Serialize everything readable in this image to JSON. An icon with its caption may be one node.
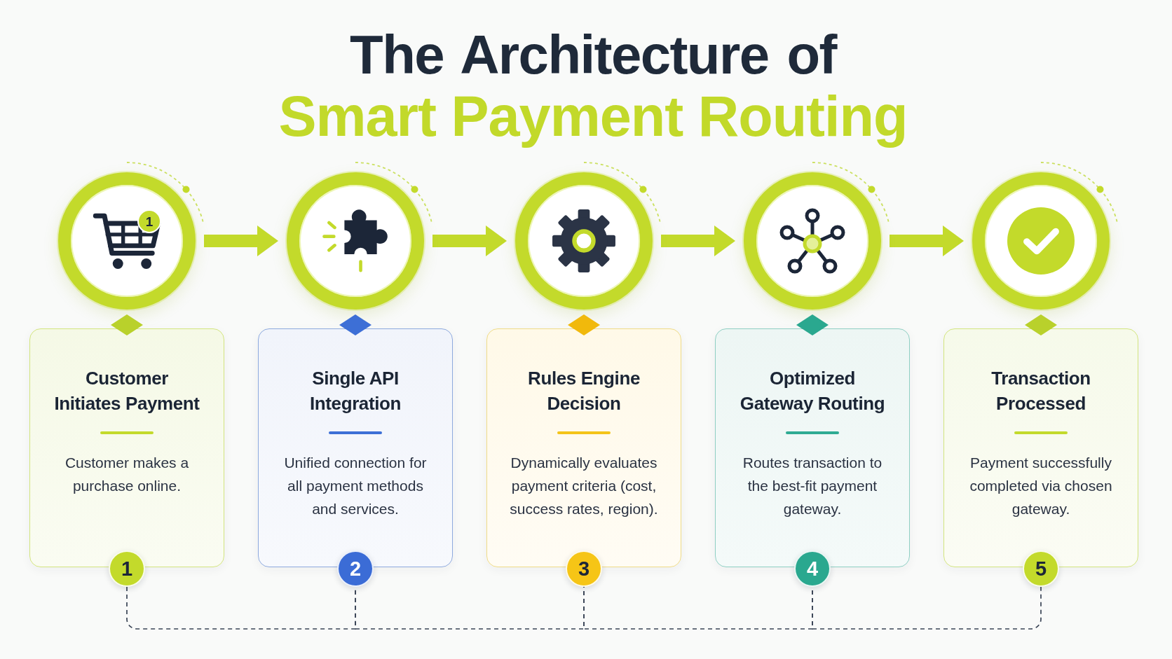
{
  "diagram": {
    "title": "The Architecture of Smart Payment Routing",
    "nodes": [
      {
        "text": [],
        "shape": "circle"
      },
      {
        "text": [],
        "shape": "circle"
      },
      {
        "text": [],
        "shape": "circle"
      },
      {
        "text": [],
        "shape": "circle"
      },
      {
        "text": [],
        "shape": "circle"
      },
      {
        "text": [
          "Customer Initiates Payment",
          "Customer makes a purchase online."
        ]
      },
      {
        "text": [
          "Single API Integration",
          "Unified connection for all payment methods and services."
        ]
      },
      {
        "text": [
          "Rules Engine Decision",
          "Dynamically evaluates payment criteria (cost, success rates, region)."
        ]
      },
      {
        "text": [
          "Optimized Gateway Routing",
          "Routes transaction to the best-fit payment gateway."
        ]
      },
      {
        "text": [
          "Transaction Processed",
          "Payment successfully completed via chosen gateway."
        ]
      },
      {
        "text": [
          "1"
        ]
      },
      {
        "text": [
          "2"
        ]
      },
      {
        "text": [
          "3"
        ]
      },
      {
        "text": [
          "4"
        ]
      },
      {
        "text": [
          "5"
        ]
      }
    ],
    "edges": [
      {
        "from": 0,
        "to": 1,
        "arrow": "to",
        "style": "thick",
        "color": "#c3da2b"
      },
      {
        "from": 1,
        "to": 2,
        "arrow": "to",
        "style": "thick",
        "color": "#c3da2b"
      },
      {
        "from": 2,
        "to": 3,
        "arrow": "to",
        "style": "thick",
        "color": "#c3da2b"
      },
      {
        "from": 3,
        "to": 4,
        "arrow": "to",
        "style": "thick",
        "color": "#c3da2b"
      },
      {
        "from": 10,
        "to": 11,
        "arrow": "none",
        "style": "dashed",
        "color": "#3a4456"
      },
      {
        "from": 11,
        "to": 12,
        "arrow": "none",
        "style": "dashed",
        "color": "#3a4456"
      },
      {
        "from": 12,
        "to": 13,
        "arrow": "none",
        "style": "dashed",
        "color": "#3a4456"
      },
      {
        "from": 13,
        "to": 14,
        "arrow": "none",
        "style": "dashed",
        "color": "#3a4456"
      }
    ],
    "labels": [
      "1"
    ]
  }
}
